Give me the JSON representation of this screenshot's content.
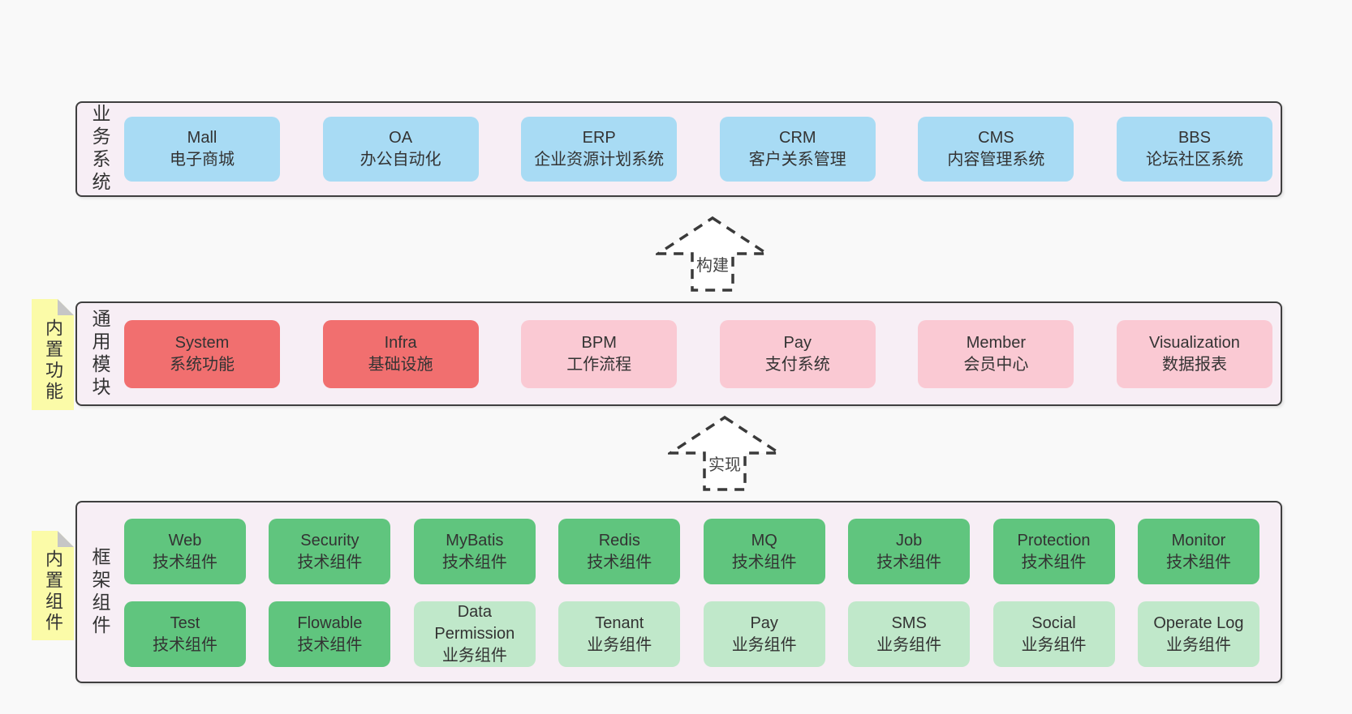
{
  "colors": {
    "canvas_bg": "#f9f9f9",
    "section_bg": "#f7eef5",
    "section_border": "#3f3f3f",
    "box_blue": "#a8dbf4",
    "box_red": "#f16f6f",
    "box_pink": "#fac9d3",
    "box_green_dark": "#60c57e",
    "box_green_light": "#c0e8ca",
    "sticky_note_yellow": "#fbfba8",
    "note_fold_gray": "#c6c6c6",
    "text": "#333333"
  },
  "arrows": [
    {
      "label": "构建"
    },
    {
      "label": "实现"
    }
  ],
  "sections": [
    {
      "label": "业务系统",
      "boxes": [
        {
          "en": "Mall",
          "zh": "电子商城"
        },
        {
          "en": "OA",
          "zh": "办公自动化"
        },
        {
          "en": "ERP",
          "zh": "企业资源计划系统"
        },
        {
          "en": "CRM",
          "zh": "客户关系管理"
        },
        {
          "en": "CMS",
          "zh": "内容管理系统"
        },
        {
          "en": "BBS",
          "zh": "论坛社区系统"
        }
      ]
    },
    {
      "label": "通用模块",
      "note": "内置功能",
      "boxes": [
        {
          "en": "System",
          "zh": "系统功能"
        },
        {
          "en": "Infra",
          "zh": "基础设施"
        },
        {
          "en": "BPM",
          "zh": "工作流程"
        },
        {
          "en": "Pay",
          "zh": "支付系统"
        },
        {
          "en": "Member",
          "zh": "会员中心"
        },
        {
          "en": "Visualization",
          "zh": "数据报表"
        }
      ]
    },
    {
      "label": "框架组件",
      "note": "内置组件",
      "rows": [
        [
          {
            "en": "Web",
            "zh": "技术组件"
          },
          {
            "en": "Security",
            "zh": "技术组件"
          },
          {
            "en": "MyBatis",
            "zh": "技术组件"
          },
          {
            "en": "Redis",
            "zh": "技术组件"
          },
          {
            "en": "MQ",
            "zh": "技术组件"
          },
          {
            "en": "Job",
            "zh": "技术组件"
          },
          {
            "en": "Protection",
            "zh": "技术组件"
          },
          {
            "en": "Monitor",
            "zh": "技术组件"
          }
        ],
        [
          {
            "en": "Test",
            "zh": "技术组件"
          },
          {
            "en": "Flowable",
            "zh": "技术组件"
          },
          {
            "en": "Data Permission",
            "zh": "业务组件"
          },
          {
            "en": "Tenant",
            "zh": "业务组件"
          },
          {
            "en": "Pay",
            "zh": "业务组件"
          },
          {
            "en": "SMS",
            "zh": "业务组件"
          },
          {
            "en": "Social",
            "zh": "业务组件"
          },
          {
            "en": "Operate Log",
            "zh": "业务组件"
          }
        ]
      ]
    }
  ]
}
